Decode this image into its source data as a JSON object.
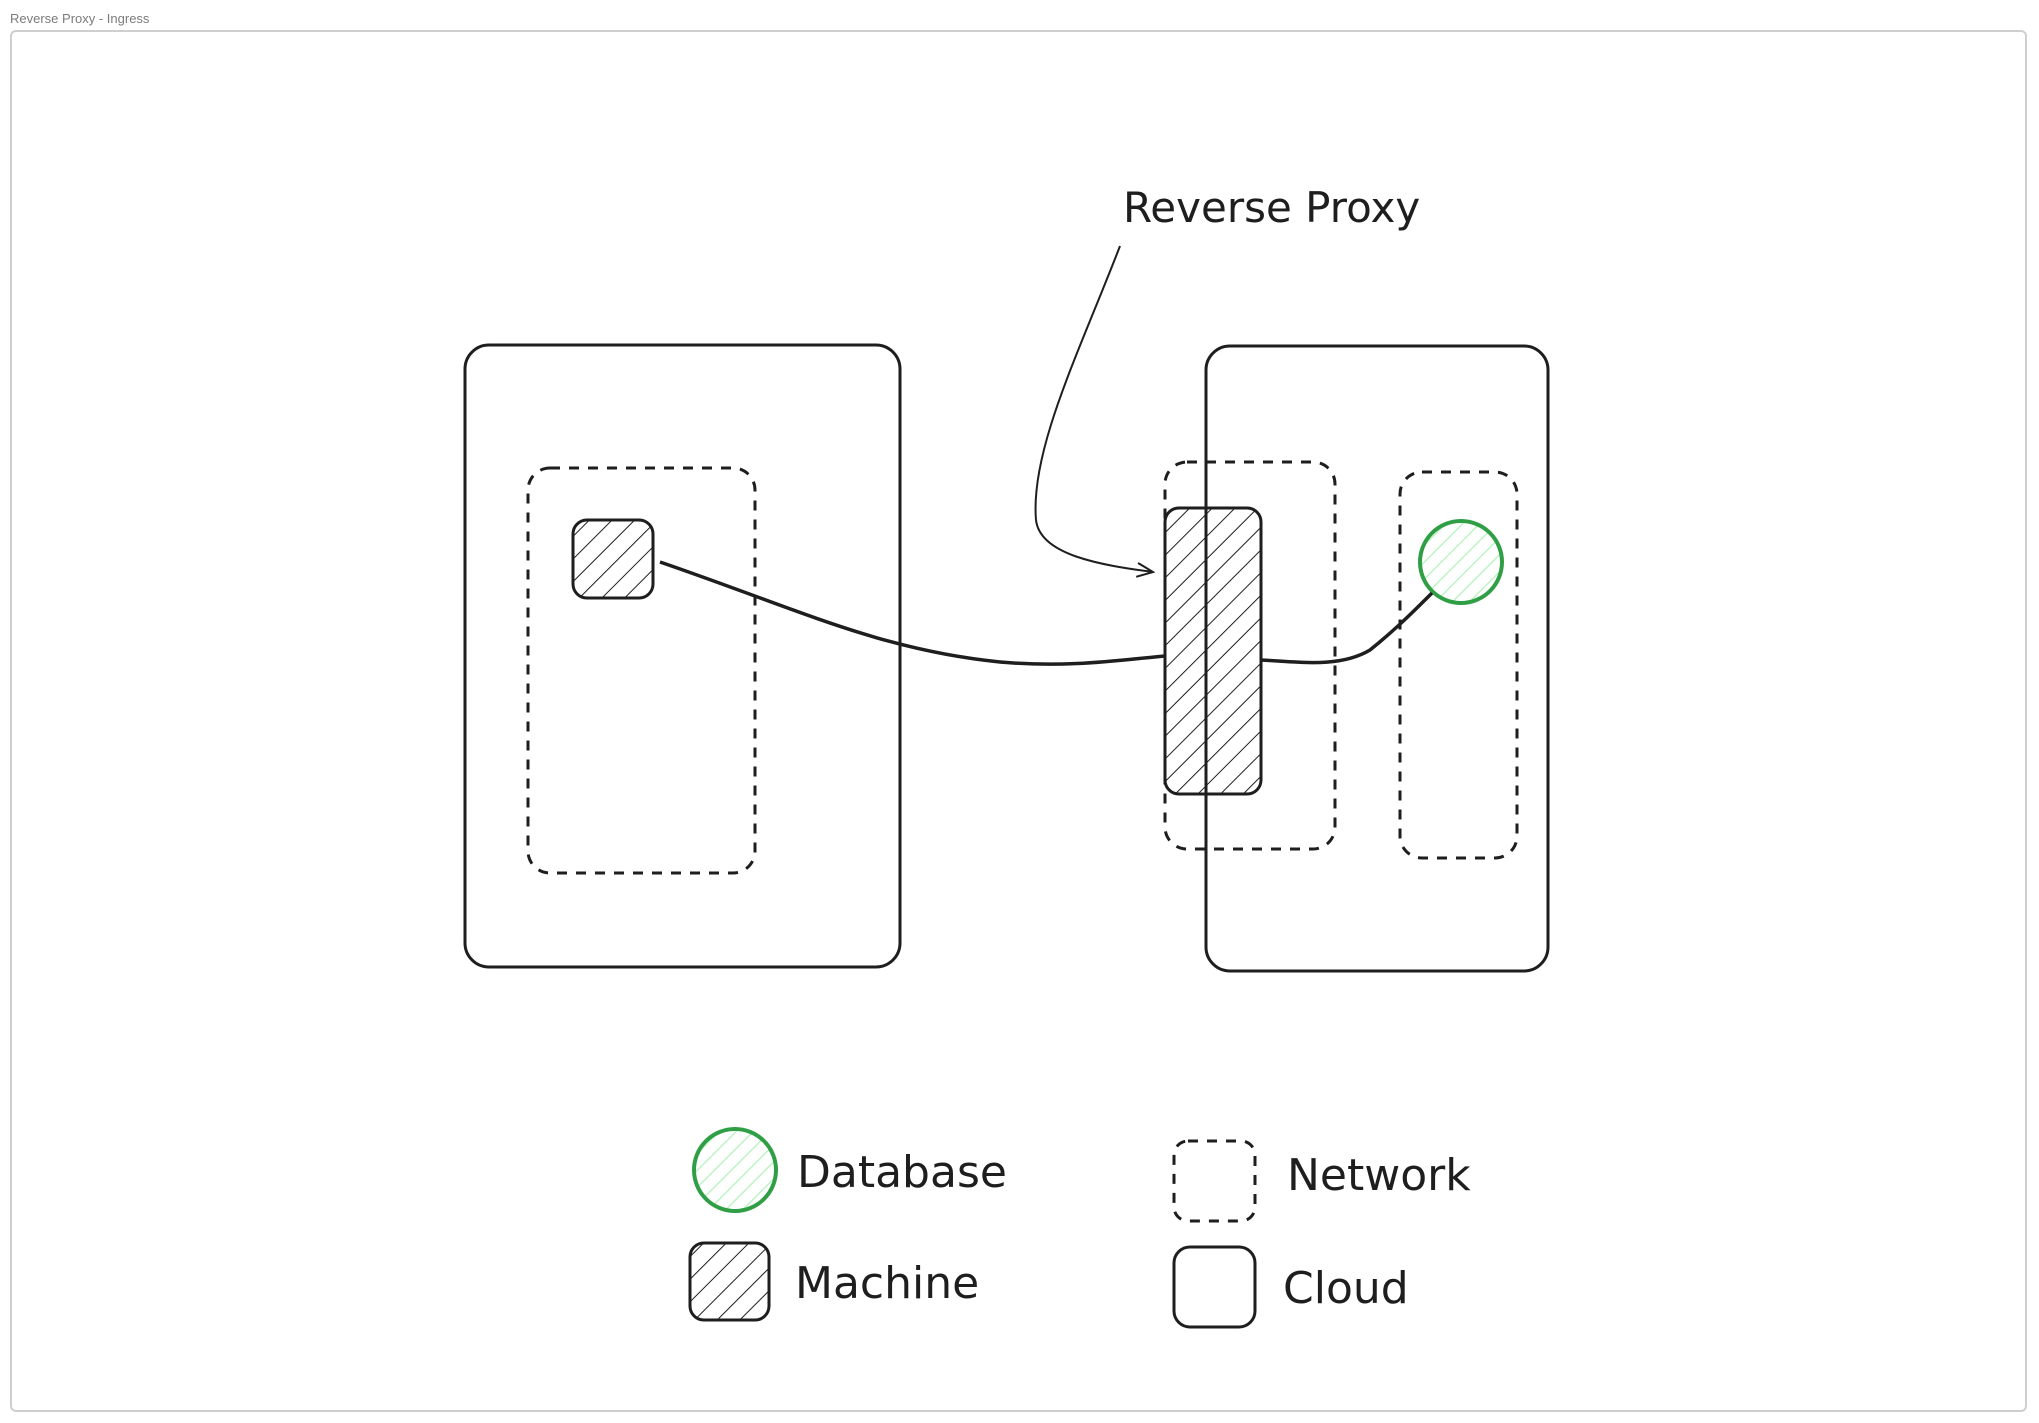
{
  "frame": {
    "title": "Reverse Proxy - Ingress"
  },
  "diagram": {
    "annotation": "Reverse Proxy"
  },
  "legend": {
    "database": "Database",
    "machine": "Machine",
    "network": "Network",
    "cloud": "Cloud"
  },
  "colors": {
    "stroke": "#1e1e1e",
    "database_stroke": "#2f9e44",
    "database_fill": "#b2f2bb",
    "frame_border": "#cfcfcf"
  }
}
